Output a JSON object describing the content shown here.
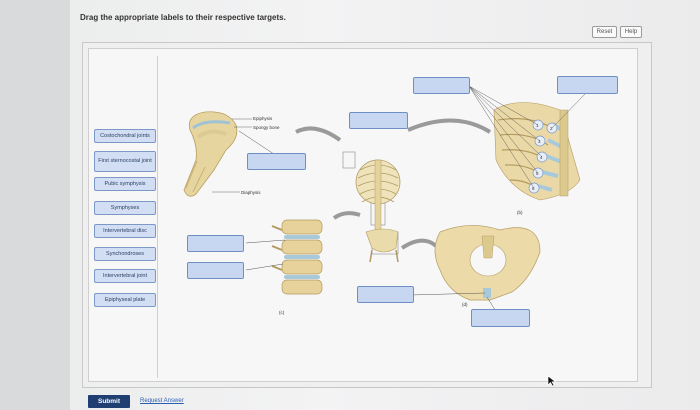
{
  "instruction": "Drag the appropriate labels to their respective targets.",
  "buttons": {
    "reset": "Reset",
    "help": "Help",
    "submit": "Submit",
    "request_answer": "Request Answer"
  },
  "labels": [
    "Costochondral joints",
    "First sternocostal joint",
    "Pubic symphysis",
    "Symphyses",
    "Intervertebral disc",
    "Synchondroses",
    "Intervertebral joint",
    "Epiphyseal plate"
  ],
  "figure_text": {
    "epiphysis": "Epiphysis",
    "spongy_bone": "Spongy bone",
    "diaphysis": "Diaphysis",
    "part_b": "(b)",
    "part_c": "(c)",
    "part_d": "(d)",
    "rib_numbers": [
      "1",
      "2",
      "3",
      "4",
      "5",
      "6"
    ]
  },
  "colors": {
    "label_fill": "#d2def3",
    "target_fill": "#c7d7f2",
    "submit_fill": "#1f3f73",
    "bone": "#e8d9a4",
    "cartilage": "#a9c7d6"
  }
}
